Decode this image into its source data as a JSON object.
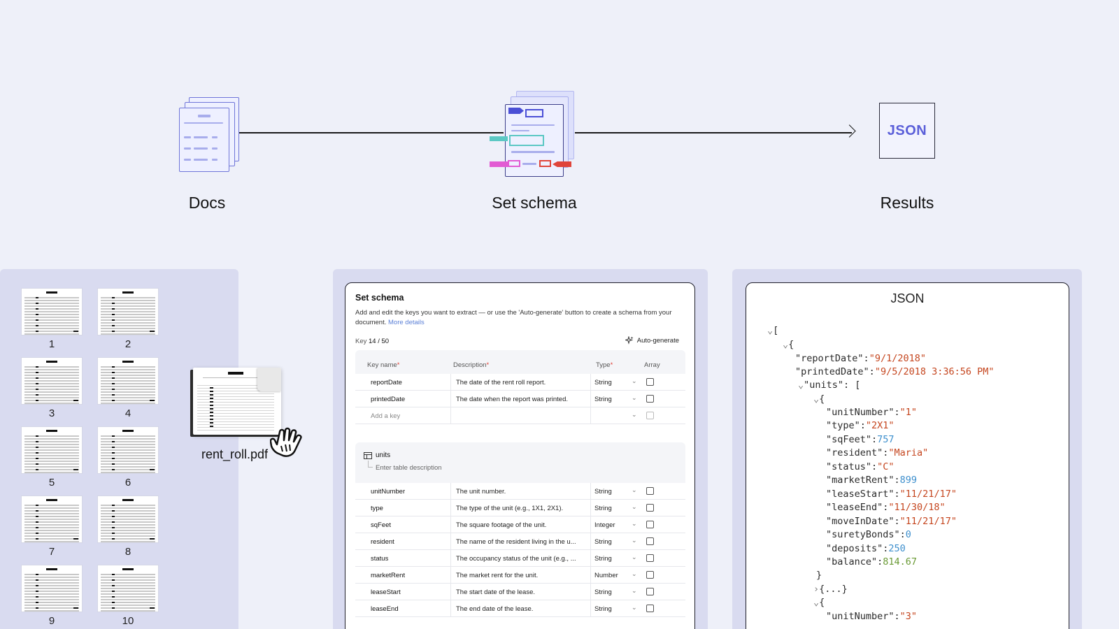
{
  "flow": {
    "docs_label": "Docs",
    "schema_label": "Set schema",
    "results_label": "Results",
    "results_box": "JSON"
  },
  "pages": [
    "1",
    "2",
    "3",
    "4",
    "5",
    "6",
    "7",
    "8",
    "9",
    "10"
  ],
  "drag": {
    "file_name": "rent_roll.pdf"
  },
  "schema": {
    "title": "Set schema",
    "subtitle": "Add and edit the keys you want to extract — or use the 'Auto-generate' button to create a schema from your document.",
    "more_details": "More details",
    "key_label": "Key",
    "key_count": "14 / 50",
    "auto_generate": "Auto-generate",
    "headers": {
      "key": "Key name",
      "description": "Description",
      "type": "Type",
      "array": "Array"
    },
    "top_rows": [
      {
        "key": "reportDate",
        "description": "The date of the rent roll report.",
        "type": "String"
      },
      {
        "key": "printedDate",
        "description": "The date when the report was printed.",
        "type": "String"
      }
    ],
    "add_key": "Add a key",
    "table_name": "units",
    "table_desc_placeholder": "Enter table description",
    "unit_rows": [
      {
        "key": "unitNumber",
        "description": "The unit number.",
        "type": "String"
      },
      {
        "key": "type",
        "description": "The type of the unit (e.g., 1X1, 2X1).",
        "type": "String"
      },
      {
        "key": "sqFeet",
        "description": "The square footage of the unit.",
        "type": "Integer"
      },
      {
        "key": "resident",
        "description": "The name of the resident living in the u...",
        "type": "String"
      },
      {
        "key": "status",
        "description": "The occupancy status of the unit (e.g., ...",
        "type": "String"
      },
      {
        "key": "marketRent",
        "description": "The market rent for the unit.",
        "type": "Number"
      },
      {
        "key": "leaseStart",
        "description": "The start date of the lease.",
        "type": "String"
      },
      {
        "key": "leaseEnd",
        "description": "The end date of the lease.",
        "type": "String"
      }
    ]
  },
  "json_panel": {
    "title": "JSON",
    "report_date_key": "\"reportDate\"",
    "report_date": "\"9/1/2018\"",
    "printed_date_key": "\"printedDate\"",
    "printed_date": "\"9/5/2018 3:36:56 PM\"",
    "units_key": "\"units\"",
    "unit": {
      "unitNumber": "\"1\"",
      "type": "\"2X1\"",
      "sqFeet": "757",
      "resident": "\"Maria\"",
      "status": "\"C\"",
      "marketRent": "899",
      "leaseStart": "\"11/21/17\"",
      "leaseEnd": "\"11/30/18\"",
      "moveInDate": "\"11/21/17\"",
      "suretyBonds": "0",
      "deposits": "250",
      "balance": "814.67"
    },
    "collapsed": "{...}",
    "next_unit_number": "\"3\""
  }
}
